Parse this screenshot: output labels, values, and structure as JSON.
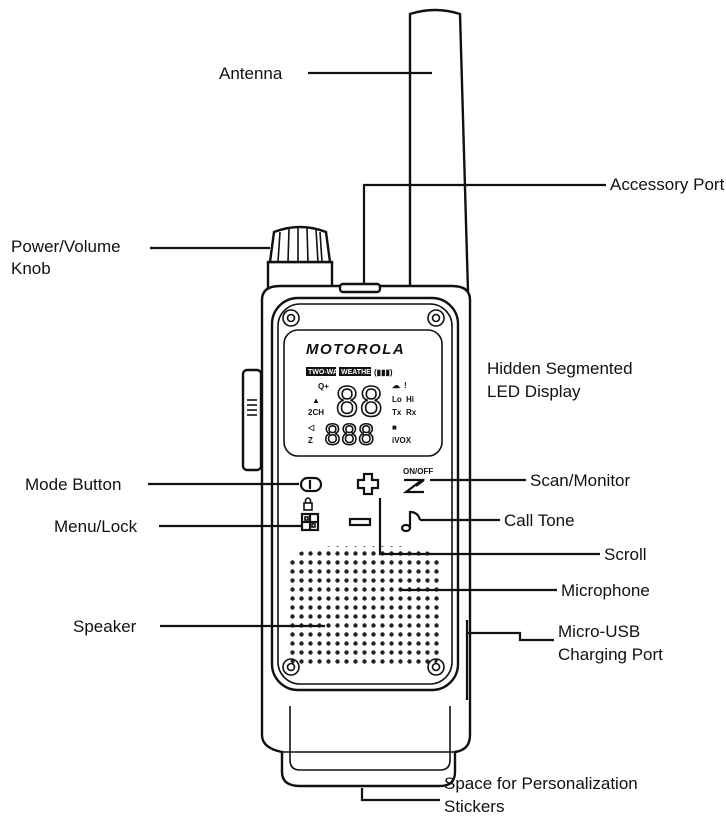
{
  "device": {
    "brand": "MOTOROLA",
    "display": {
      "badge_two_way": "TWO-WAY",
      "badge_weather": "WEATHER",
      "battery": "(▮▮▮)",
      "channel_digits": "88",
      "code_digits": "888",
      "ind_q": "Q+",
      "ind_2ch": "2CH",
      "ind_lo": "Lo",
      "ind_hi": "Hi",
      "ind_tx": "Tx",
      "ind_rx": "Rx",
      "ind_vox": "iVOX",
      "ind_alert": "!"
    },
    "scan_mark": "ON/OFF"
  },
  "labels": {
    "antenna": "Antenna",
    "accessory_port": "Accessory Port",
    "power_volume_1": "Power/Volume",
    "power_volume_2": "Knob",
    "hidden_display_1": "Hidden Segmented",
    "hidden_display_2": "LED Display",
    "mode_button": "Mode Button",
    "menu_lock": "Menu/Lock",
    "scan_monitor": "Scan/Monitor",
    "call_tone": "Call Tone",
    "scroll": "Scroll",
    "microphone": "Microphone",
    "speaker": "Speaker",
    "micro_usb_1": "Micro-USB",
    "micro_usb_2": "Charging Port",
    "stickers_1": "Space for Personalization",
    "stickers_2": "Stickers"
  },
  "icons": {
    "mode": "mode-icon",
    "menu": "menu-grid-icon",
    "lock": "lock-icon",
    "plus": "plus-icon",
    "minus": "minus-icon",
    "scan": "scan-icon",
    "note": "music-note-icon"
  }
}
